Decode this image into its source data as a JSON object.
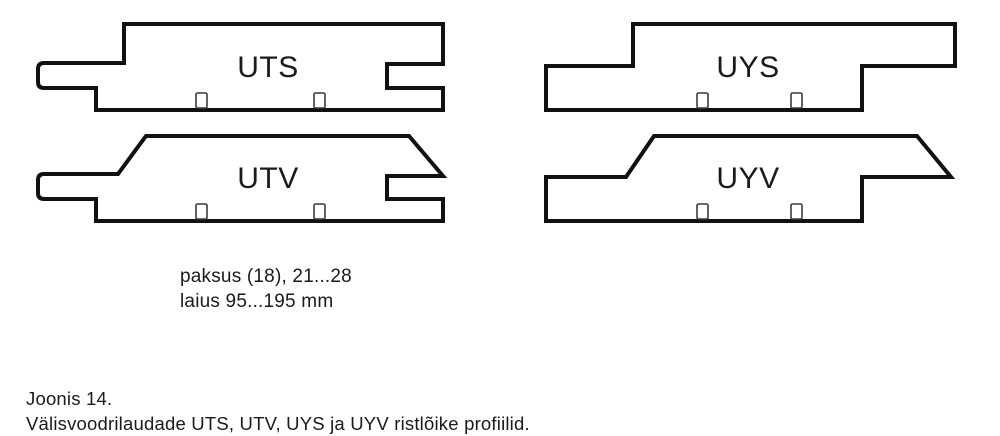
{
  "figure": {
    "number_label": "Joonis 14.",
    "caption": "Välisvoodrilaudade UTS, UTV, UYS ja UYV ristlõike profiilid.",
    "dimensions": {
      "thickness_line": "paksus (18), 21...28",
      "width_line": "laius 95...195 mm"
    }
  },
  "profiles": [
    {
      "id": "uts",
      "label": "UTS",
      "edge_left": "tongue",
      "edge_right": "groove",
      "top_corners": "square-step"
    },
    {
      "id": "utv",
      "label": "UTV",
      "edge_left": "tongue",
      "edge_right": "groove",
      "top_corners": "bevelled"
    },
    {
      "id": "uys",
      "label": "UYS",
      "edge_left": "rabbet",
      "edge_right": "rabbet",
      "top_corners": "square-step"
    },
    {
      "id": "uyv",
      "label": "UYV",
      "edge_left": "rabbet",
      "edge_right": "rabbet-point",
      "top_corners": "bevelled"
    }
  ],
  "style": {
    "outline_color": "#111111",
    "fill_color": "#ffffff",
    "text_color": "#1a1a1a",
    "background": "#ffffff"
  }
}
